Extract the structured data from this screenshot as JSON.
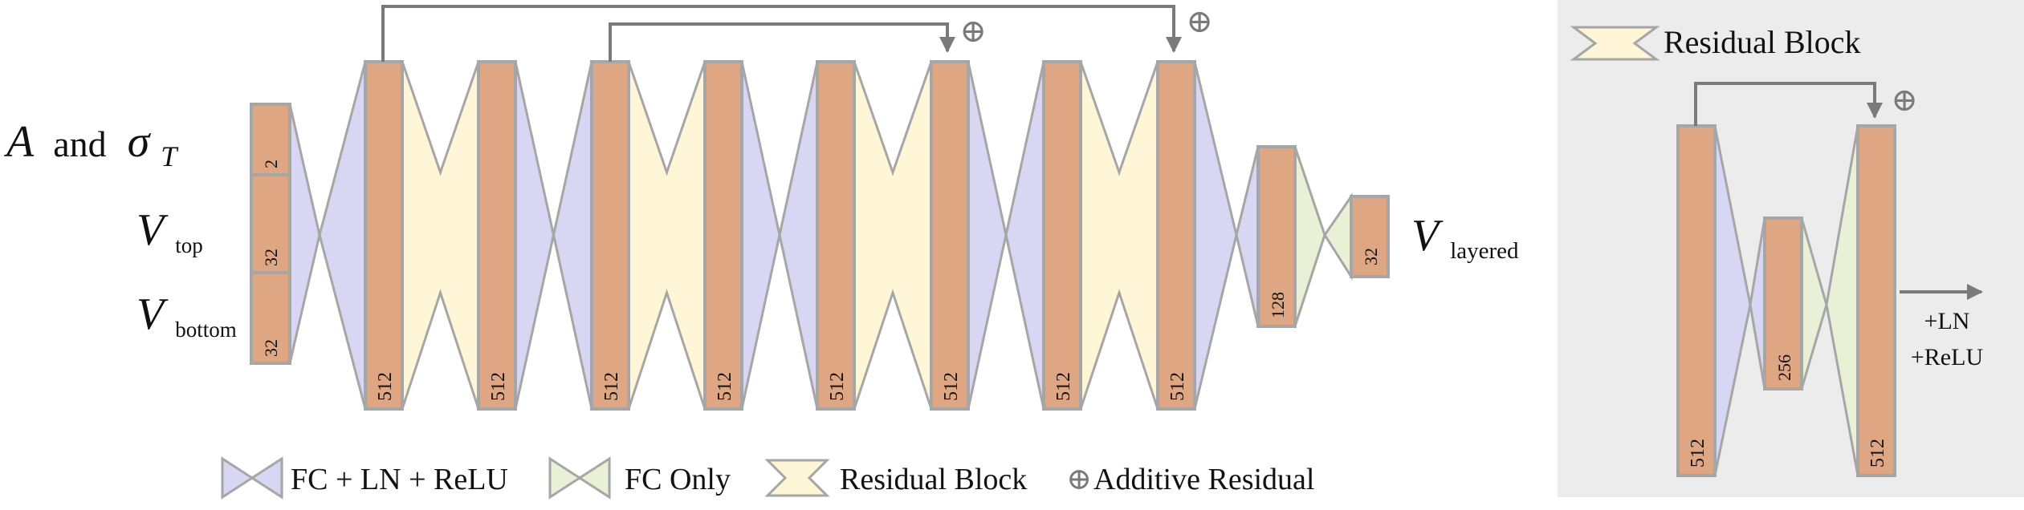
{
  "inputs": {
    "a_sigma": {
      "var": "A",
      "word": "and",
      "sigma": "σ",
      "sub": "T"
    },
    "v_top": {
      "var": "V",
      "sub": "top"
    },
    "v_bottom": {
      "var": "V",
      "sub": "bottom"
    }
  },
  "input_stack": [
    "2",
    "32",
    "32"
  ],
  "main_layers": [
    "512",
    "512",
    "512",
    "512",
    "512",
    "512",
    "512",
    "512"
  ],
  "out_layers": [
    "128",
    "32"
  ],
  "output": {
    "var": "V",
    "sub": "layered"
  },
  "residual_symbol": "⊕",
  "inset": {
    "title": "Residual Block",
    "layers": [
      "512",
      "256",
      "512"
    ],
    "post_label_1": "+LN",
    "post_label_2": "+ReLU"
  },
  "legend": {
    "fc_ln_relu": "FC + LN + ReLU",
    "fc_only": "FC Only",
    "residual_block": "Residual Block",
    "additive_symbol": "⊕",
    "additive_residual": "Additive Residual"
  },
  "colors": {
    "layer_fill": "#dfa683",
    "layer_stroke": "#a6a6a6",
    "fc_ln_relu": "#d7d6f3",
    "fc_only": "#e8f0d6",
    "residual": "#fef6d6",
    "inset_bg": "#ececec",
    "arrow": "#7a7a7a"
  }
}
